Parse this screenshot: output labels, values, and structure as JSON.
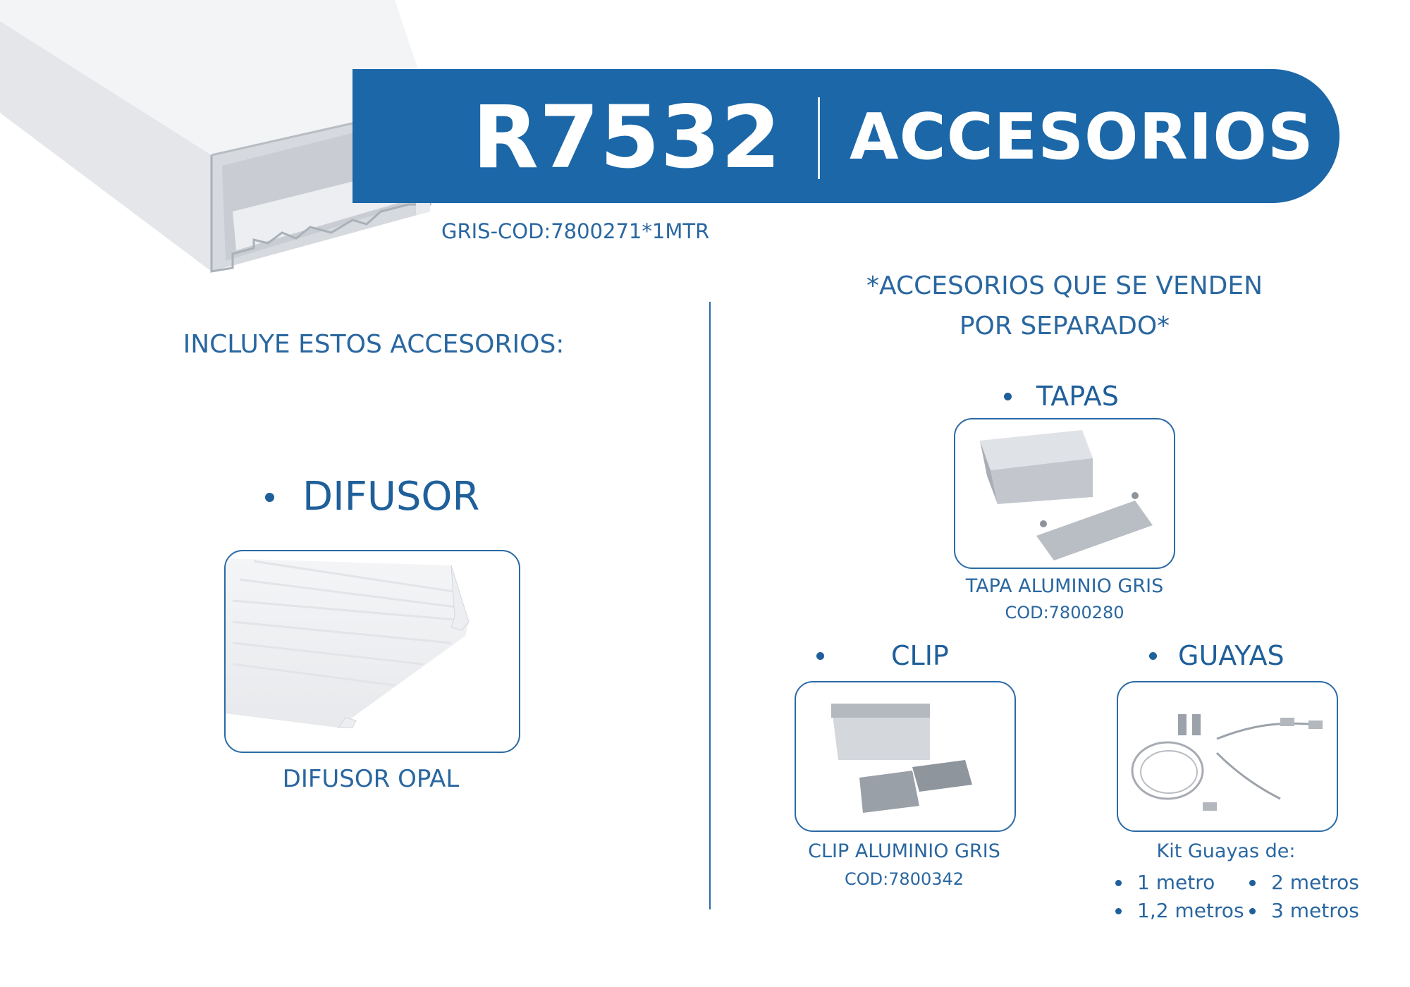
{
  "header": {
    "model": "R7532",
    "title": "ACCESORIOS",
    "product_code": "GRIS-COD:7800271*1MTR"
  },
  "included": {
    "heading": "INCLUYE  ESTOS ACCESORIOS:",
    "item_title": "DIFUSOR",
    "item_caption": "DIFUSOR OPAL"
  },
  "separate": {
    "heading_line1": "*ACCESORIOS QUE SE VENDEN",
    "heading_line2": "POR SEPARADO*",
    "tapas": {
      "title": "TAPAS",
      "caption": "TAPA ALUMINIO GRIS",
      "code": "COD:7800280"
    },
    "clip": {
      "title": "CLIP",
      "caption": "CLIP ALUMINIO GRIS",
      "code": "COD:7800342"
    },
    "guayas": {
      "title": "GUAYAS",
      "caption": "Kit Guayas de:",
      "options": [
        "1 metro",
        "2 metros",
        "1,2 metros",
        "3 metros"
      ]
    }
  },
  "colors": {
    "brand_blue": "#1b67a8",
    "text_blue": "#2a67a0",
    "line_blue": "#2a6aa6"
  }
}
